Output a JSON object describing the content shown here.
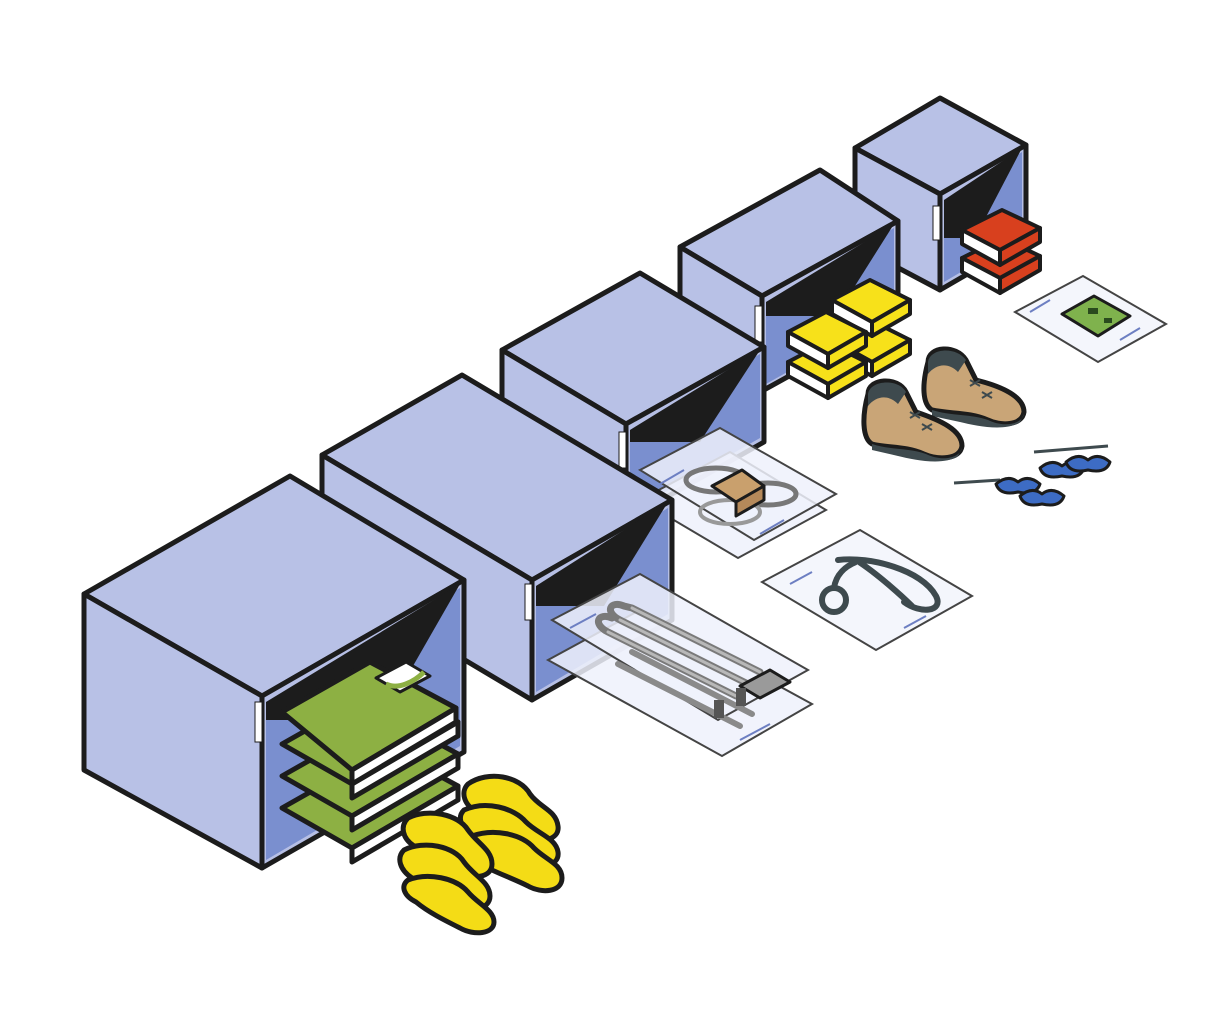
{
  "colors": {
    "box_top": "#b8c1e6",
    "box_left": "#b8c1e6",
    "box_right": "#b6bfe5",
    "box_inner": "#7a8fcf",
    "box_dark": "#1c1c1c",
    "outline": "#1c1c1c",
    "shirt": "#8db043",
    "sock": "#f4dc16",
    "book_yellow": "#f7e11a",
    "book_red": "#d8401e",
    "boot": "#c9a577",
    "goggles": "#3d6cc4",
    "circuit": "#7fb24d",
    "bag": "#eef1fb",
    "bag_edge": "#6d7fc2",
    "metal": "#9a9a9a",
    "padlock": "#c9a06d",
    "stethoscope": "#3e4a4e"
  },
  "elements": {
    "boxes": [
      {
        "name": "box-clothing",
        "label": "crate-1"
      },
      {
        "name": "box-heating-element",
        "label": "crate-2"
      },
      {
        "name": "box-padlock",
        "label": "crate-3"
      },
      {
        "name": "box-books-yellow",
        "label": "crate-4"
      },
      {
        "name": "box-books-red",
        "label": "crate-5"
      }
    ],
    "items": [
      "shirt-stack-icon",
      "sock-pile-icon",
      "heating-element-bag-icon",
      "padlock-bag-icon",
      "stethoscope-bag-icon",
      "yellow-books-icon",
      "boots-icon",
      "goggles-icon",
      "red-books-icon",
      "circuit-board-bag-icon"
    ]
  }
}
